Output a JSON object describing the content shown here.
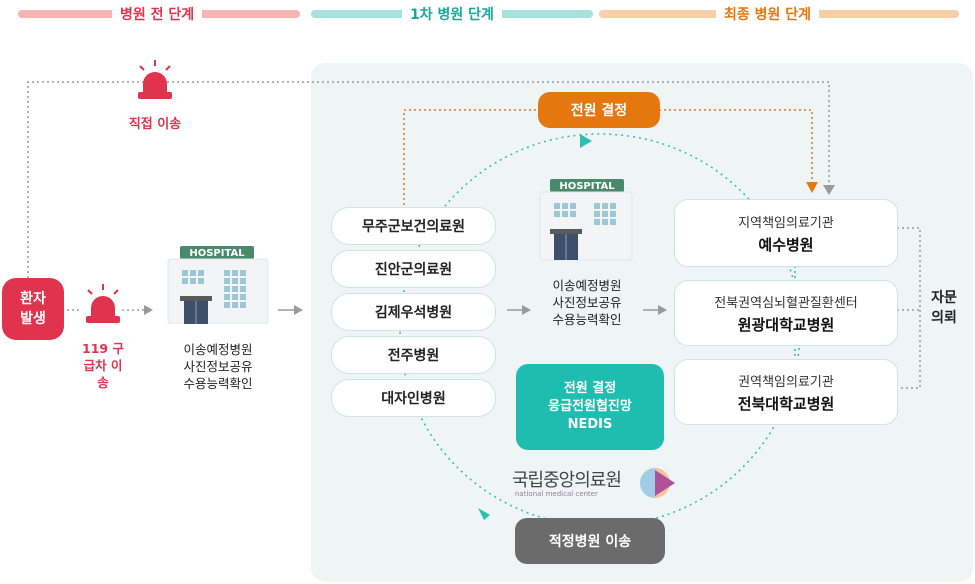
{
  "stages": {
    "pre_hospital": {
      "label": "병원 전 단계",
      "color": "#f6a9a9"
    },
    "first_hospital": {
      "label": "1차 병원 단계",
      "color": "#8fdad3"
    },
    "final_hospital": {
      "label": "최종 병원 단계",
      "color": "#f6c79b"
    }
  },
  "patient": {
    "label": "환자 발생"
  },
  "direct_transfer": {
    "label": "직접 이송"
  },
  "ambulance": {
    "label": "119 구급차 이송"
  },
  "hospital_sign": "HOSPITAL",
  "prehospital_info": {
    "line1": "이송예정병원",
    "line2": "사진정보공유",
    "line3": "수용능력확인"
  },
  "first_hospitals": [
    "무주군보건의료원",
    "진안군의료원",
    "김제우석병원",
    "전주병원",
    "대자인병원"
  ],
  "transfer_info": {
    "line1": "이송예정병원",
    "line2": "사진정보공유",
    "line3": "수용능력확인"
  },
  "transfer_decision": {
    "label": "전원 결정"
  },
  "nedis_box": {
    "line1": "전원 결정",
    "line2": "응급전원협진망",
    "line3": "NEDIS"
  },
  "nmc_logo": {
    "korean": "국립중앙의료원",
    "english": "national medical center"
  },
  "proper_transfer": {
    "label": "적정병원 이송"
  },
  "final_hospitals": [
    {
      "type": "지역책임의료기관",
      "name": "예수병원"
    },
    {
      "type": "전북권역심뇌혈관질환센터",
      "name": "원광대학교병원"
    },
    {
      "type": "권역책임의료기관",
      "name": "전북대학교병원"
    }
  ],
  "consultation": {
    "label": "자문 의뢰"
  },
  "colors": {
    "red": "#e0334d",
    "teal": "#2bbfb0",
    "orange": "#e6760e",
    "gray_arrow": "#9a9a9a",
    "dark_pill": "#6b6b6b"
  }
}
